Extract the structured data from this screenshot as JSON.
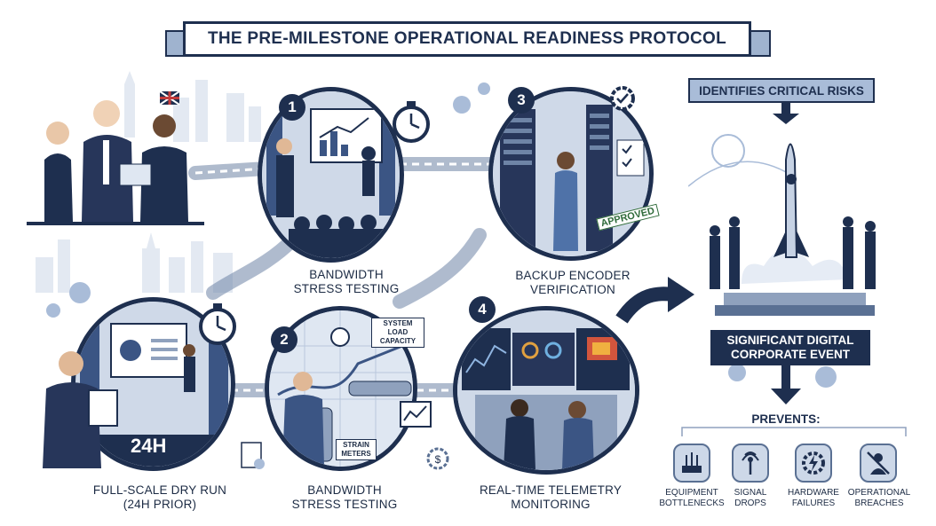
{
  "title": "THE PRE-MILESTONE OPERATIONAL READINESS PROTOCOL",
  "steps": [
    {
      "number": "1",
      "caption": "BANDWIDTH\nSTRESS TESTING"
    },
    {
      "number": "2",
      "caption": "BANDWIDTH\nSTRESS TESTING"
    },
    {
      "number": "3",
      "caption": "BACKUP ENCODER\nVERIFICATION"
    },
    {
      "number": "4",
      "caption": "REAL-TIME TELEMETRY\nMONITORING"
    }
  ],
  "dry_run": {
    "caption": "FULL-SCALE DRY RUN\n(24H PRIOR)",
    "badge": "24H"
  },
  "step2_labels": {
    "system_load": "SYSTEM LOAD\nCAPACITY",
    "strain": "STRAIN\nMETERS"
  },
  "step3_stamp": "APPROVED",
  "outcome": {
    "risks_label": "IDENTIFIES CRITICAL RISKS",
    "event_label": "SIGNIFICANT DIGITAL\nCORPORATE EVENT",
    "prevents_label": "PREVENTS:"
  },
  "prevents": [
    {
      "label": "EQUIPMENT\nBOTTLENECKS",
      "icon": "router-icon"
    },
    {
      "label": "SIGNAL\nDROPS",
      "icon": "signal-antenna-icon"
    },
    {
      "label": "HARDWARE\nFAILURES",
      "icon": "gear-bolt-icon"
    },
    {
      "label": "OPERATIONAL\nBREACHES",
      "icon": "crossed-person-icon"
    }
  ],
  "colors": {
    "navy": "#1e2f4f",
    "light_blue": "#a9bcd8",
    "pale": "#dfe7f2"
  }
}
